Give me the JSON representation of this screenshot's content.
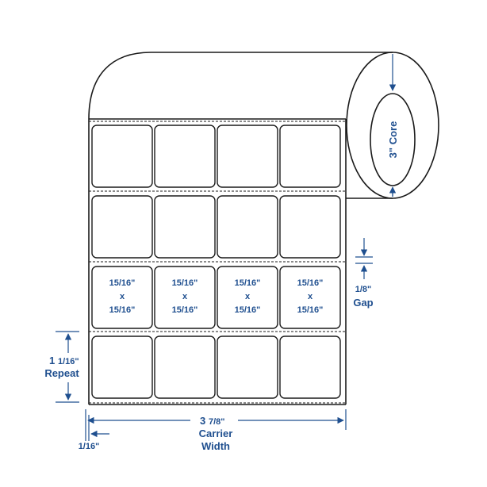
{
  "core": {
    "line1": "3\" Core"
  },
  "label_size": {
    "width": "15/16\"",
    "sep": "x",
    "height": "15/16\""
  },
  "gap": {
    "value": "1/8\"",
    "word": "Gap"
  },
  "repeat": {
    "value_whole": "1",
    "value_frac": "1/16\"",
    "word": "Repeat"
  },
  "carrier": {
    "value_whole": "3",
    "value_frac": "7/8\"",
    "line2": "Carrier",
    "line3": "Width"
  },
  "margin": {
    "value": "1/16\""
  },
  "colors": {
    "dimension": "#1f4f8f",
    "outline": "#1a1a1a"
  }
}
